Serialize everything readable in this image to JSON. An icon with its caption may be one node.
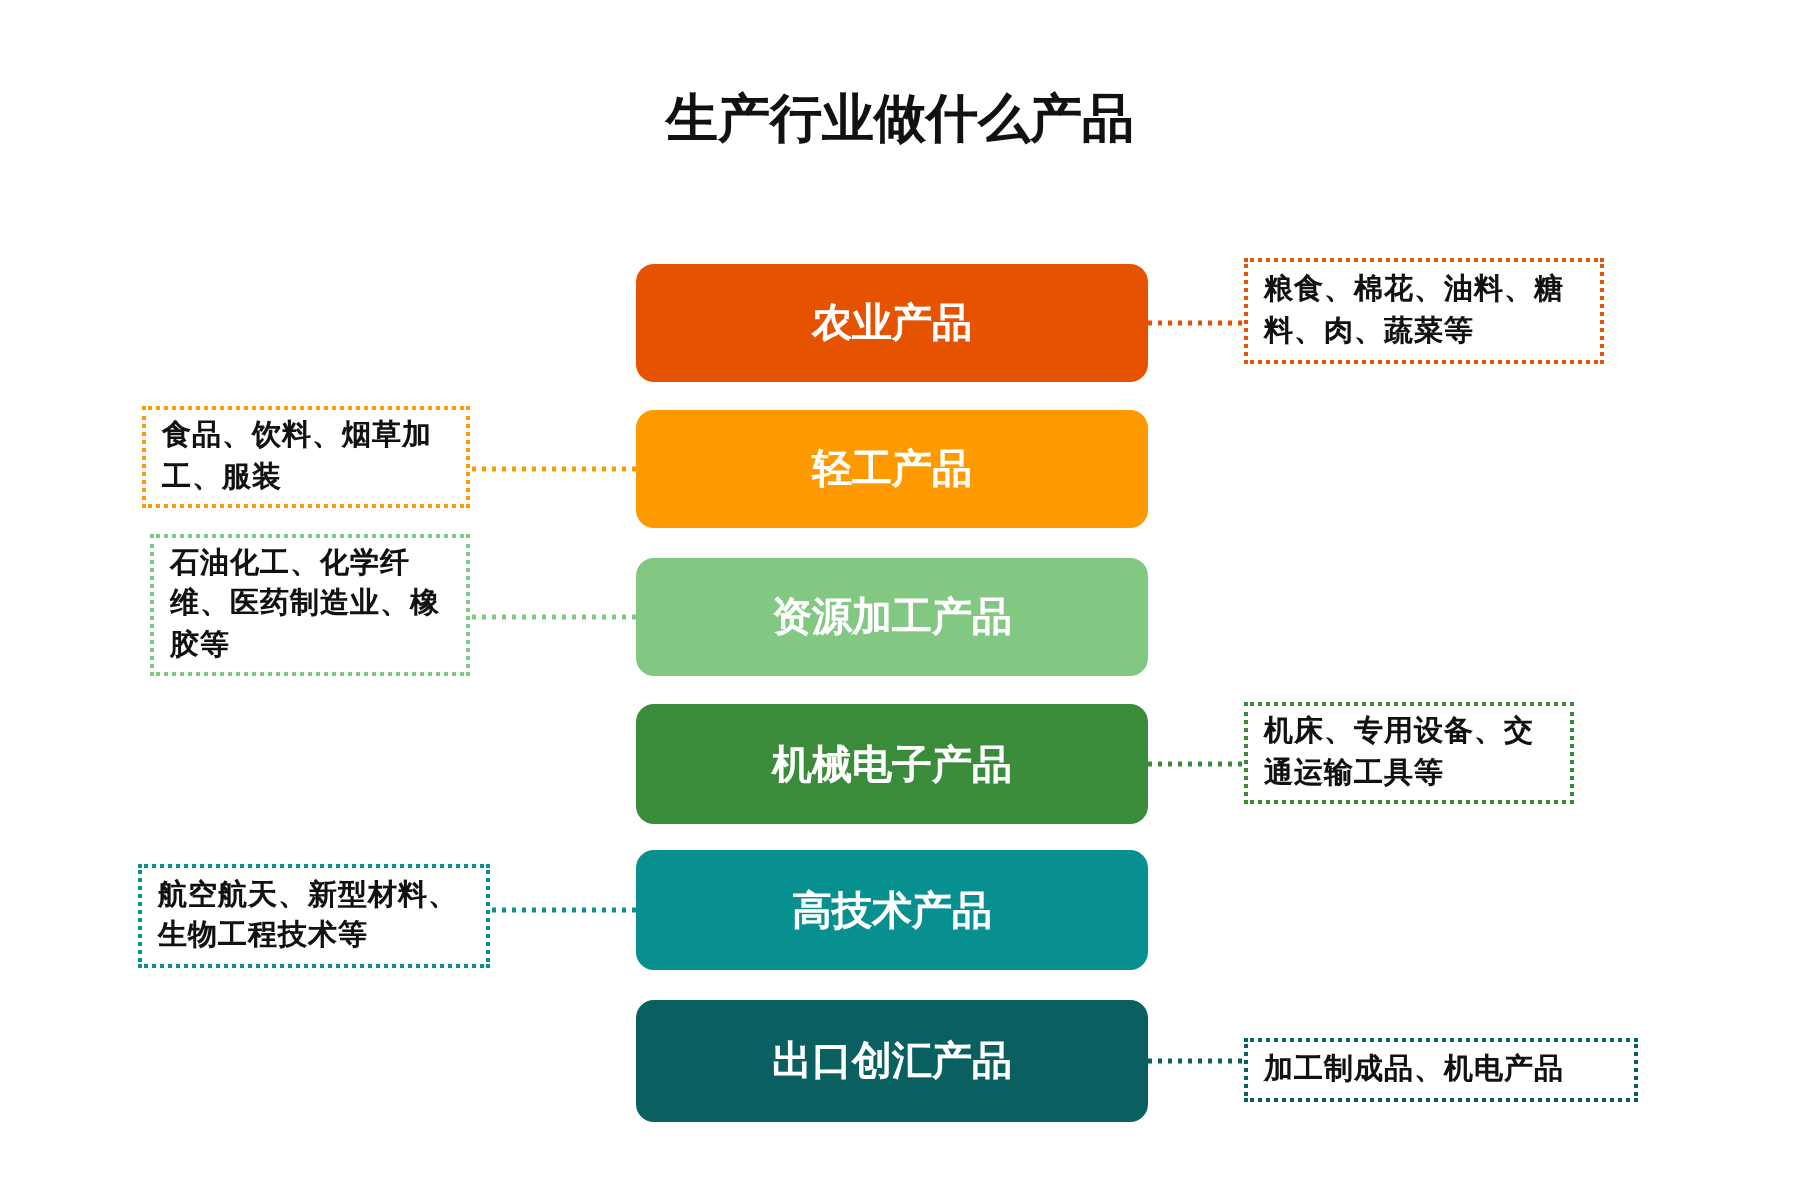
{
  "diagram": {
    "title": "生产行业做什么产品",
    "nodes": [
      {
        "text": [
          "农业产品"
        ]
      },
      {
        "text": [
          "粮食、棉花、油料、糖料、肉、蔬菜等"
        ]
      },
      {
        "text": [
          "食品、饮料、烟草加工、服装"
        ]
      },
      {
        "text": [
          "轻工产品"
        ]
      },
      {
        "text": [
          "石油化工、化学纤维、医药制造业、橡胶等"
        ]
      },
      {
        "text": [
          "资源加工产品"
        ]
      },
      {
        "text": [
          "机械电子产品"
        ]
      },
      {
        "text": [
          "机床、专用设备、交通运输工具等"
        ]
      },
      {
        "text": [
          "航空航天、新型材料、生物工程技术等"
        ]
      },
      {
        "text": [
          "高技术产品"
        ]
      },
      {
        "text": [
          "出口创汇产品"
        ]
      },
      {
        "text": [
          "加工制成品、机电产品"
        ]
      }
    ],
    "edges": [
      {
        "from": 0,
        "to": 1,
        "arrow": "none",
        "style": "dashed",
        "color": "#e55300"
      },
      {
        "from": 3,
        "to": 2,
        "arrow": "none",
        "style": "dashed",
        "color": "#ff9900"
      },
      {
        "from": 5,
        "to": 4,
        "arrow": "none",
        "style": "dashed",
        "color": "#7fc87f"
      },
      {
        "from": 6,
        "to": 7,
        "arrow": "none",
        "style": "dashed",
        "color": "#3a8c3a"
      },
      {
        "from": 9,
        "to": 8,
        "arrow": "none",
        "style": "dashed",
        "color": "#07908f"
      },
      {
        "from": 10,
        "to": 11,
        "arrow": "none",
        "style": "dashed",
        "color": "#0a6060"
      }
    ]
  }
}
